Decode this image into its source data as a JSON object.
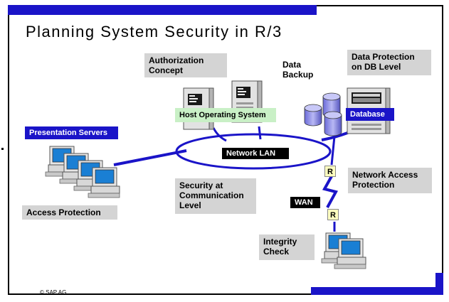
{
  "title": "Planning System Security in R/3",
  "labels": {
    "authorization_concept": "Authorization Concept",
    "data_backup": "Data Backup",
    "data_protection": "Data Protection on DB Level",
    "host_os": "Host Operating System",
    "database": "Database",
    "presentation_servers": "Presentation Servers",
    "network_lan": "Network LAN",
    "security_comm": "Security at Communication Level",
    "network_access": "Network Access Protection",
    "wan": "WAN",
    "router_top": "R",
    "router_bottom": "R",
    "access_protection": "Access Protection",
    "integrity_check": "Integrity Check"
  },
  "copyright": "© SAP AG",
  "colors": {
    "accent_blue": "#1a14c8",
    "label_gray": "#d4d4d4",
    "label_green": "#c9f0c6",
    "router_yellow": "#ffffc0"
  }
}
